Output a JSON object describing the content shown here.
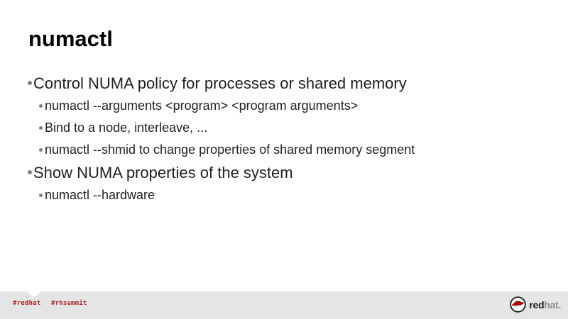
{
  "slide": {
    "title": "numactl",
    "bullets": [
      {
        "level": 1,
        "text": "Control NUMA policy for processes or shared memory"
      },
      {
        "level": 2,
        "text": "numactl --arguments <program> <program arguments>"
      },
      {
        "level": 2,
        "text": "Bind to a node, interleave, ..."
      },
      {
        "level": 2,
        "text": "numactl --shmid to change properties of shared memory segment"
      },
      {
        "level": 1,
        "text": "Show NUMA properties of the system"
      },
      {
        "level": 2,
        "text": "numactl --hardware"
      }
    ]
  },
  "footer": {
    "hashtags": [
      "#redhat",
      "#rhsummit"
    ],
    "logo": {
      "red": "red",
      "hat": "hat",
      "period": ".",
      "icon": "redhat-fedora-icon"
    }
  },
  "colors": {
    "background": "#ffffff",
    "title_text": "#000000",
    "body_text": "#1f1f1f",
    "bullet_dot": "#808080",
    "footer_bar": "#e5e5e5",
    "hashtag_red": "#ad2026",
    "logo_red": "#cc0000",
    "logo_gray": "#8e9194"
  }
}
